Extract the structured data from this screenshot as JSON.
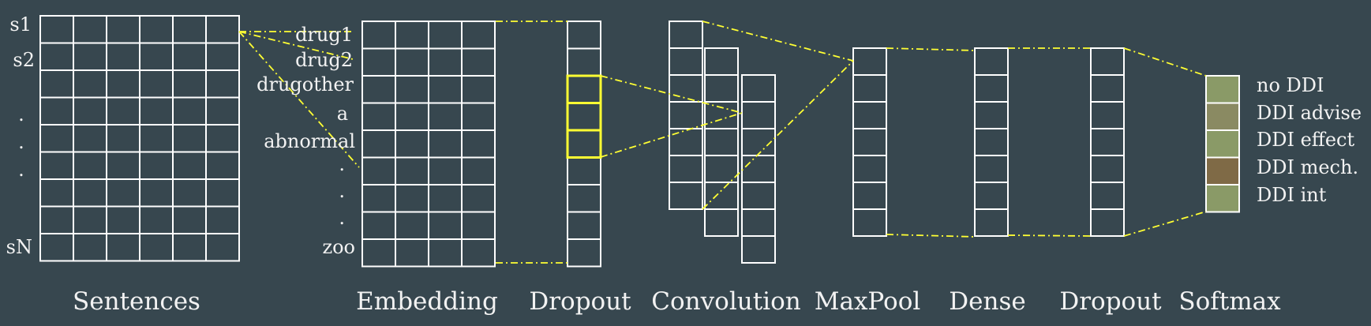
{
  "colors": {
    "background": "#37474f",
    "grid_line": "#ffffff",
    "connector": "#ffff33",
    "highlight": "#ffff33",
    "softmax_cells": [
      "#8a9a67",
      "#8a8a62",
      "#8a9a67",
      "#7f6a46",
      "#8a9a67"
    ]
  },
  "sentences": {
    "caption": "Sentences",
    "row_labels": [
      "s1",
      "s2",
      ".",
      ".",
      ".",
      "sN"
    ]
  },
  "vocabulary": {
    "words": [
      "drug1",
      "drug2",
      "drugother",
      "a",
      "abnormal",
      ".",
      ".",
      ".",
      "zoo"
    ]
  },
  "layers": [
    {
      "id": "embedding",
      "caption": "Embedding"
    },
    {
      "id": "dropout1",
      "caption": "Dropout"
    },
    {
      "id": "convolution",
      "caption": "Convolution"
    },
    {
      "id": "maxpool",
      "caption": "MaxPool"
    },
    {
      "id": "dense",
      "caption": "Dense"
    },
    {
      "id": "dropout2",
      "caption": "Dropout"
    },
    {
      "id": "softmax",
      "caption": "Softmax"
    }
  ],
  "softmax": {
    "classes": [
      "no DDI",
      "DDI advise",
      "DDI effect",
      "DDI mech.",
      "DDI int"
    ]
  }
}
